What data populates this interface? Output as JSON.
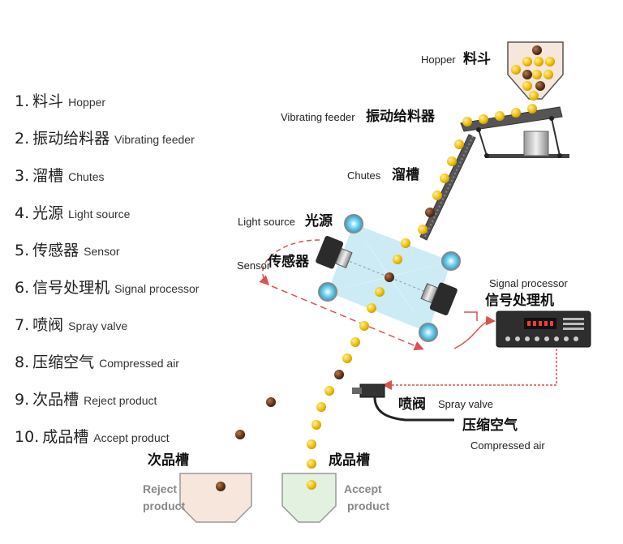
{
  "legend": [
    {
      "num": "1.",
      "zh": "料斗",
      "en": "Hopper"
    },
    {
      "num": "2.",
      "zh": "振动给料器",
      "en": "Vibrating feeder"
    },
    {
      "num": "3.",
      "zh": "溜槽",
      "en": "Chutes"
    },
    {
      "num": "4.",
      "zh": "光源",
      "en": "Light source"
    },
    {
      "num": "5.",
      "zh": "传感器",
      "en": "Sensor"
    },
    {
      "num": "6.",
      "zh": "信号处理机",
      "en": "Signal processor"
    },
    {
      "num": "7.",
      "zh": "喷阀",
      "en": "Spray valve"
    },
    {
      "num": "8.",
      "zh": "压缩空气",
      "en": "Compressed air"
    },
    {
      "num": "9.",
      "zh": "次品槽",
      "en": "Reject product"
    },
    {
      "num": "10.",
      "zh": "成品槽",
      "en": "Accept product"
    }
  ],
  "labels": {
    "hopper_en": "Hopper",
    "hopper_zh": "料斗",
    "feeder_en": "Vibrating feeder",
    "feeder_zh": "振动给料器",
    "chutes_en": "Chutes",
    "chutes_zh": "溜槽",
    "light_en": "Light source",
    "light_zh": "光源",
    "sensor_en": "Sensor",
    "sensor_zh": "传感器",
    "signal_en": "Signal processor",
    "signal_zh": "信号处理机",
    "valve_zh": "喷阀",
    "valve_en": "Spray valve",
    "air_zh": "压缩空气",
    "air_en": "Compressed air",
    "reject_zh": "次品槽",
    "reject_en_1": "Reject",
    "reject_en_2": "product",
    "accept_zh": "成品槽",
    "accept_en_1": "Accept",
    "accept_en_2": "product"
  },
  "colors": {
    "good_bean": "#f4c20d",
    "bad_bean": "#6b3a1e",
    "signal_line": "#d9534f",
    "light_beam": "#8fd3ea",
    "reject_bin": "#f7e6dc",
    "accept_bin": "#e3f1e0"
  }
}
